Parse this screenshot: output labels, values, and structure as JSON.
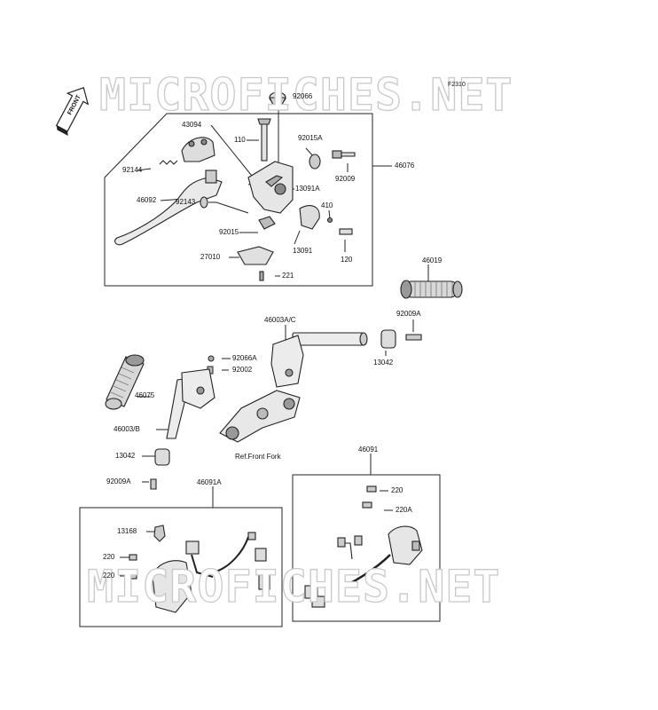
{
  "figure_code": "F2310",
  "watermark": "MICROFICHES.NET",
  "front_label": "FRONT",
  "ref_note": "Ref.Front Fork",
  "parts": {
    "p92066": "92066",
    "p43094": "43094",
    "p110": "110",
    "p92015A": "92015A",
    "p46076": "46076",
    "p92144": "92144",
    "p92009": "92009",
    "p13091A": "13091A",
    "p46092": "46092",
    "p92143": "92143",
    "p410": "410",
    "p92015": "92015",
    "p13091": "13091",
    "p27010": "27010",
    "p120": "120",
    "p221": "221",
    "p46019": "46019",
    "p46003AC": "46003A/C",
    "p92009A_r": "92009A",
    "p13042_r": "13042",
    "p92066A": "92066A",
    "p92002": "92002",
    "p46075": "46075",
    "p46003B": "46003/B",
    "p13042_l": "13042",
    "p92009A_l": "92009A",
    "p46091A": "46091A",
    "p46091": "46091",
    "p220_r": "220",
    "p220A": "220A",
    "p13168": "13168",
    "p220_l1": "220",
    "p220_l2": "220"
  }
}
